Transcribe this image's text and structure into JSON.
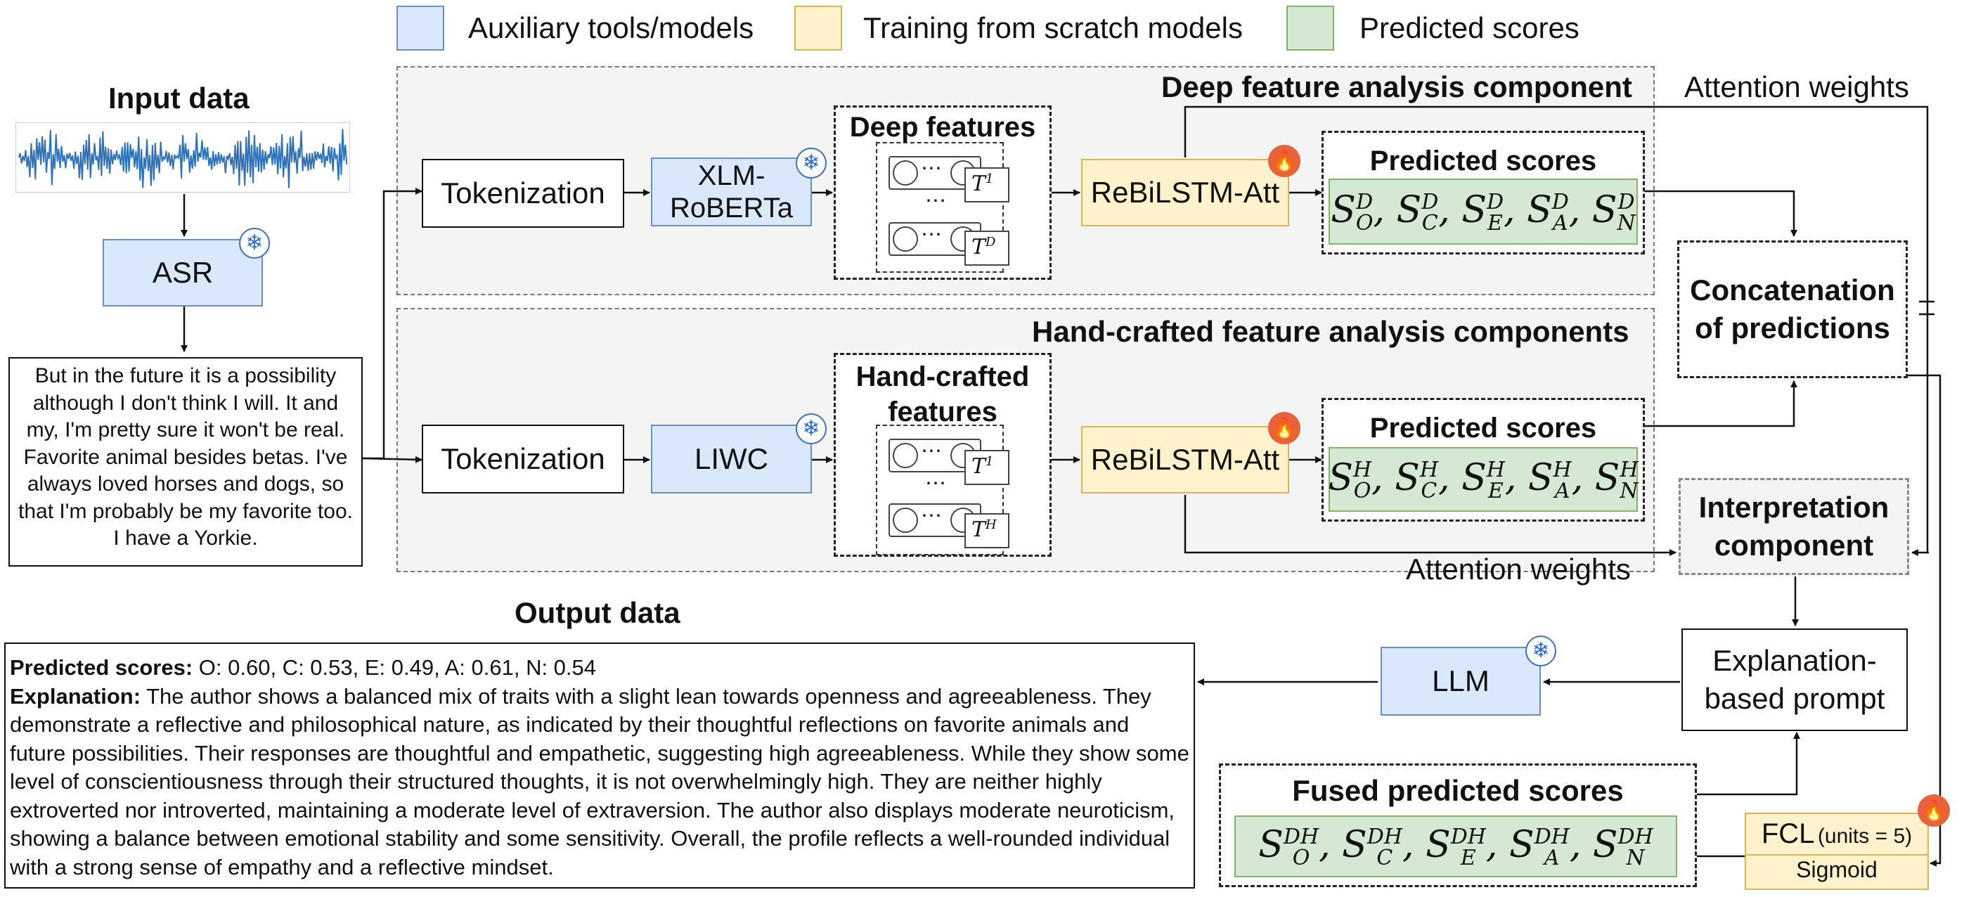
{
  "legend": {
    "aux": "Auxiliary tools/models",
    "scratch": "Training from scratch models",
    "predicted": "Predicted scores",
    "colors": {
      "aux": "#dae8fc",
      "scratch": "#fff2cc",
      "predicted": "#d5e8d4"
    }
  },
  "input": {
    "title": "Input data",
    "asr": "ASR",
    "transcript": "But in the future it is a possibility although I don't think I will. It and my, I'm pretty sure it won't be real. Favorite animal besides betas. I've always loved horses and dogs, so that I'm probably be my favorite too. I have a Yorkie."
  },
  "deep": {
    "title": "Deep feature analysis component",
    "tokenization": "Tokenization",
    "model_line1": "XLM-",
    "model_line2": "RoBERTa",
    "features_title": "Deep features",
    "rebilstm": "ReBiLSTM-Att",
    "scores_title": "Predicted scores",
    "t_first": "1",
    "t_last": "D",
    "sup": "D",
    "attention": "Attention weights"
  },
  "hand": {
    "title": "Hand-crafted feature analysis components",
    "tokenization": "Tokenization",
    "model": "LIWC",
    "features_title_line1": "Hand-crafted",
    "features_title_line2": "features",
    "rebilstm": "ReBiLSTM-Att",
    "scores_title": "Predicted scores",
    "t_first": "1",
    "t_last": "H",
    "sup": "H",
    "attention": "Attention weights"
  },
  "traits": [
    "O",
    "C",
    "E",
    "A",
    "N"
  ],
  "concat": {
    "line1": "Concatenation",
    "line2": "of predictions"
  },
  "interp": {
    "line1": "Interpretation",
    "line2": "component"
  },
  "prompt": {
    "line1": "Explanation-",
    "line2": "based prompt"
  },
  "llm": "LLM",
  "fcl": {
    "label": "FCL",
    "units": "(units = 5)",
    "activation": "Sigmoid"
  },
  "fused": {
    "title": "Fused predicted scores",
    "sup": "DH"
  },
  "output": {
    "title": "Output data",
    "scores_label": "Predicted scores:",
    "scores_value": " O: 0.60, C: 0.53, E: 0.49, A: 0.61, N: 0.54",
    "explanation_label": "Explanation:",
    "explanation_text": " The author shows a balanced mix of traits with a slight lean towards openness and agreeableness. They demonstrate a reflective and philosophical nature, as indicated by their thoughtful reflections on favorite animals and future possibilities. Their responses are thoughtful and empathetic, suggesting high agreeableness. While they show some level of conscientiousness through their structured thoughts, it is not overwhelmingly high. They are neither highly extroverted nor introverted, maintaining a moderate level of extraversion. The author also displays moderate neuroticism, showing a balance between emotional stability and some sensitivity. Overall, the profile reflects a well-rounded individual with a strong sense of empathy and a reflective mindset."
  },
  "icons": {
    "frozen": "snowflake-icon",
    "trainable": "flame-icon"
  }
}
